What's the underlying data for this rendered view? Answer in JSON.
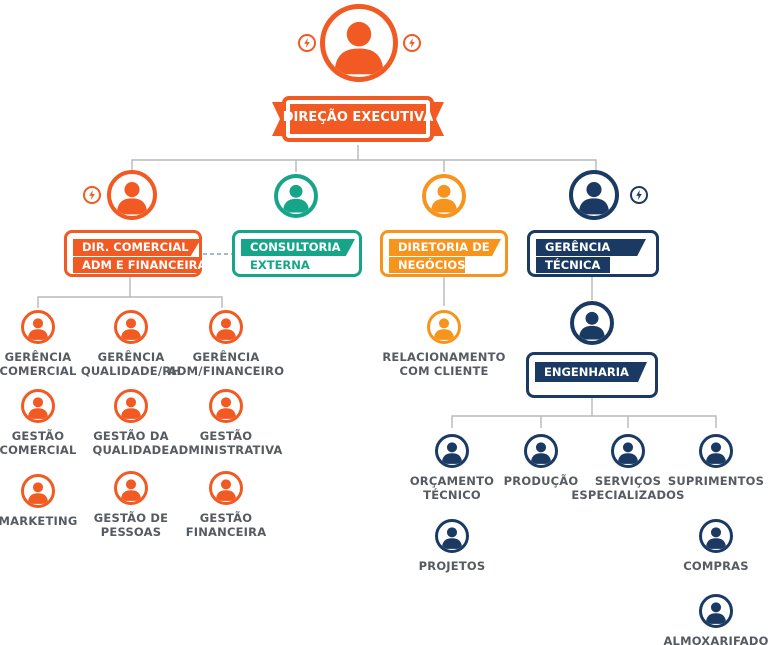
{
  "colors": {
    "orange": "#f15a22",
    "light_orange": "#f7941d",
    "teal": "#17a589",
    "navy": "#1b3a63",
    "gray_text": "#555b61",
    "line": "#b5b9bd"
  },
  "top": {
    "title": "DIREÇÃO EXECUTIVA"
  },
  "directors": {
    "comercial": {
      "line1": "DIR. COMERCIAL",
      "line2": "ADM E FINANCEIRA"
    },
    "consultoria": {
      "line1": "CONSULTORIA",
      "line2": "EXTERNA"
    },
    "negocios": {
      "line1": "DIRETORIA DE",
      "line2": "NEGÓCIOS"
    },
    "tecnica": {
      "line1": "GERÊNCIA",
      "line2": "TÉCNICA"
    }
  },
  "engenharia": {
    "title": "ENGENHARIA"
  },
  "comercial_units": [
    {
      "label": "GERÊNCIA\nCOMERCIAL"
    },
    {
      "label": "GERÊNCIA\nQUALIDADE/RH"
    },
    {
      "label": "GERÊNCIA\nADM/FINANCEIRO"
    },
    {
      "label": "GESTÃO\nCOMERCIAL"
    },
    {
      "label": "GESTÃO DA\nQUALIDADE"
    },
    {
      "label": "GESTÃO\nADMINISTRATIVA"
    },
    {
      "label": "MARKETING"
    },
    {
      "label": "GESTÃO DE\nPESSOAS"
    },
    {
      "label": "GESTÃO\nFINANCEIRA"
    }
  ],
  "negocios_units": [
    {
      "label": "RELACIONAMENTO\nCOM CLIENTE"
    }
  ],
  "engenharia_units": [
    {
      "label": "ORÇAMENTO\nTÉCNICO"
    },
    {
      "label": "PRODUÇÃO"
    },
    {
      "label": "SERVIÇOS\nESPECIALIZADOS"
    },
    {
      "label": "SUPRIMENTOS"
    },
    {
      "label": "PROJETOS"
    },
    {
      "label": "COMPRAS"
    },
    {
      "label": "ALMOXARIFADO"
    }
  ],
  "icons": {
    "person": "person-icon",
    "bolt": "lightning-bolt-icon"
  }
}
